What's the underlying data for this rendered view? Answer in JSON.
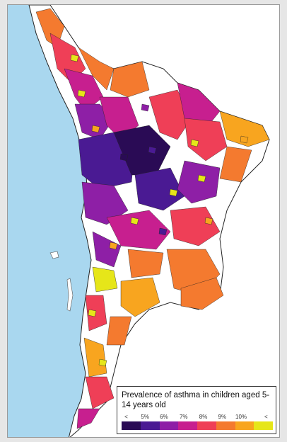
{
  "legend": {
    "title": "Prevalence of asthma in children aged 5-14 years old",
    "ticks": [
      "<",
      "5%",
      "6%",
      "7%",
      "8%",
      "9%",
      "10%",
      "<"
    ],
    "colors": [
      "#2a0b55",
      "#4a1a93",
      "#8e1fa6",
      "#c71f8f",
      "#ef3f57",
      "#f47a2f",
      "#f8a51f",
      "#e6e619"
    ]
  },
  "map": {
    "ocean_color": "#a9d7ef",
    "land_no_data_color": "#ffffff"
  }
}
